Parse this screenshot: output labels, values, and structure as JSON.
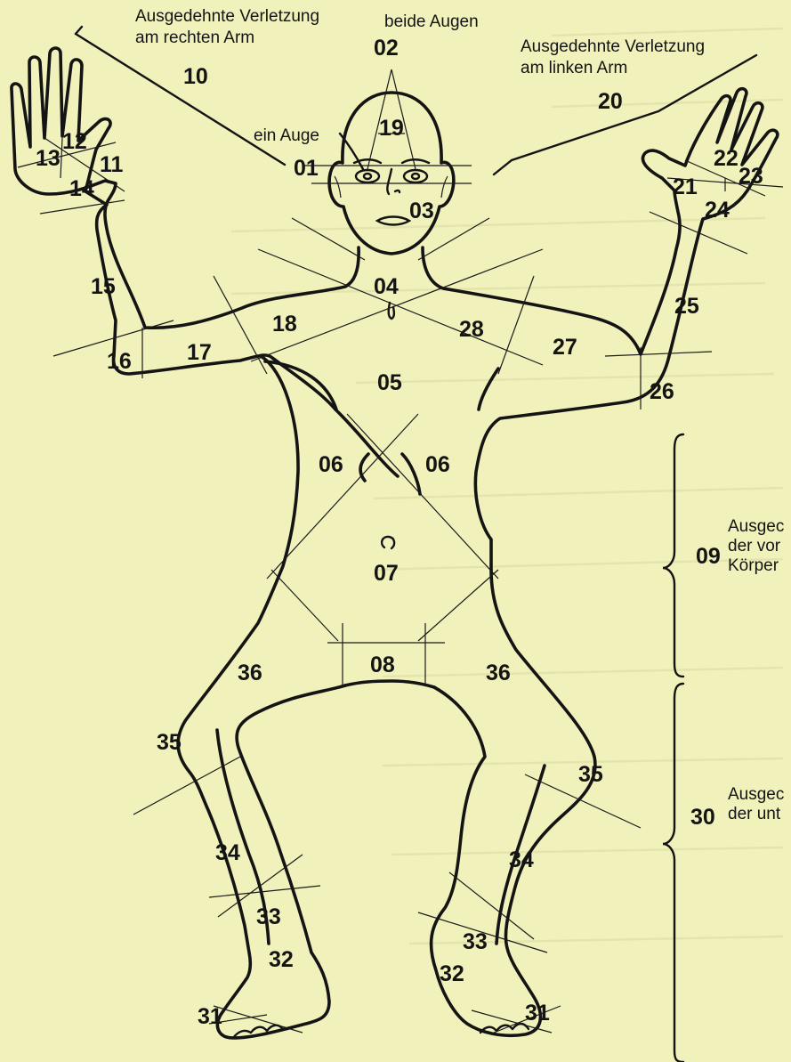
{
  "captions": {
    "right_arm_line1": "Ausgedehnte Verletzung",
    "right_arm_line2": "am rechten Arm",
    "both_eyes": "beide Augen",
    "left_arm_line1": "Ausgedehnte Verletzung",
    "left_arm_line2": "am linken Arm",
    "one_eye": "ein Auge",
    "front_body_line1": "Ausgec",
    "front_body_line2": "der vor",
    "front_body_line3": "Körper",
    "lower_limbs_line1": "Ausgec",
    "lower_limbs_line2": "der unt"
  },
  "zones": {
    "z01": "01",
    "z02": "02",
    "z03": "03",
    "z04": "04",
    "z05": "05",
    "z06a": "06",
    "z06b": "06",
    "z07": "07",
    "z08": "08",
    "z09": "09",
    "z10": "10",
    "z11": "11",
    "z12": "12",
    "z13": "13",
    "z14": "14",
    "z15": "15",
    "z16": "16",
    "z17": "17",
    "z18": "18",
    "z19": "19",
    "z20": "20",
    "z21": "21",
    "z22": "22",
    "z23": "23",
    "z24": "24",
    "z25": "25",
    "z26": "26",
    "z27": "27",
    "z28": "28",
    "z30": "30",
    "z31a": "31",
    "z31b": "31",
    "z32a": "32",
    "z32b": "32",
    "z33a": "33",
    "z33b": "33",
    "z34a": "34",
    "z34b": "34",
    "z35a": "35",
    "z35b": "35",
    "z36a": "36",
    "z36b": "36"
  },
  "colors": {
    "paper": "#f1f1bc",
    "ink": "#141414"
  }
}
